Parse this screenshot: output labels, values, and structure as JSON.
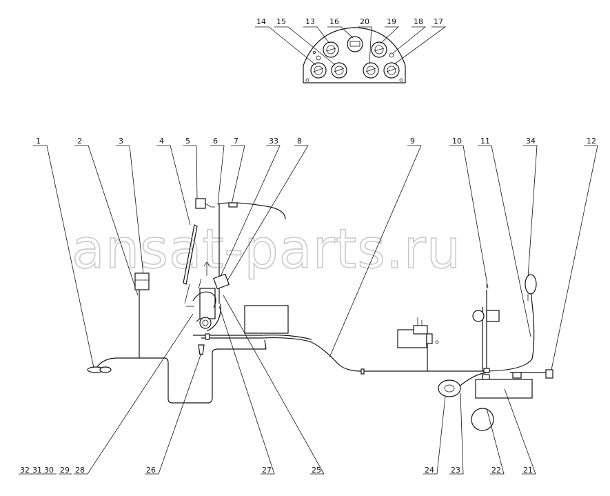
{
  "watermark": "ansat-parts.ru",
  "callouts_top": [
    "14",
    "15",
    "13",
    "16",
    "20",
    "19",
    "18",
    "17"
  ],
  "callouts_upper": [
    "1",
    "2",
    "3",
    "4",
    "5",
    "6",
    "7",
    "33",
    "8",
    "9",
    "10",
    "11",
    "34",
    "12"
  ],
  "callouts_bottom": [
    "32",
    "31",
    "30",
    "29",
    "28",
    "26",
    "27",
    "25",
    "24",
    "23",
    "22",
    "21"
  ]
}
